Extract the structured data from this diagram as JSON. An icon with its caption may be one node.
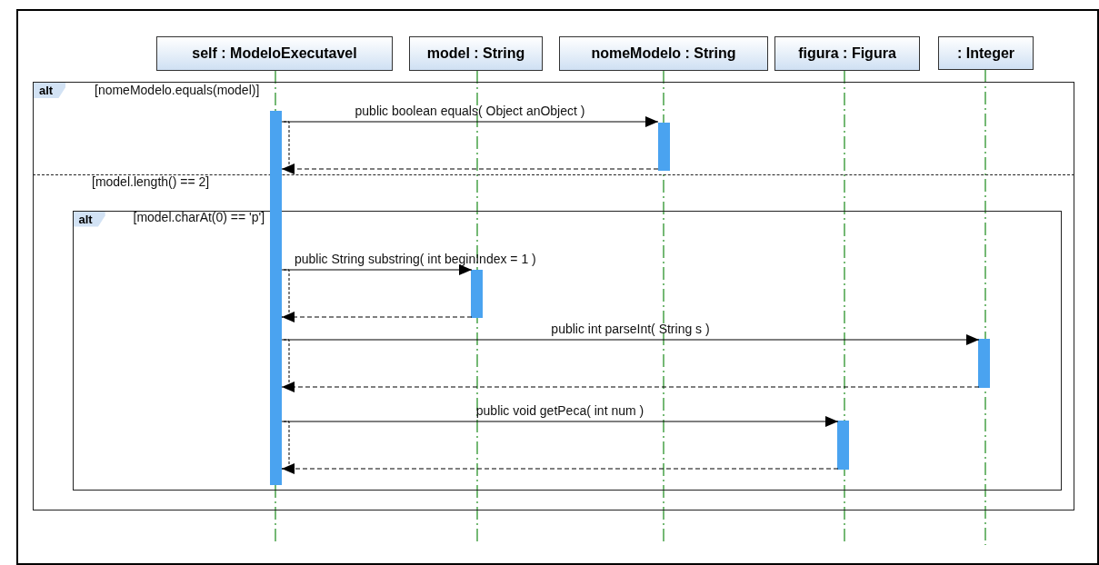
{
  "diagram": {
    "nodes": [
      {
        "text": [
          "self : ModeloExecutavel"
        ]
      },
      {
        "text": [
          "model : String"
        ]
      },
      {
        "text": [
          "nomeModelo : String"
        ]
      },
      {
        "text": [
          "figura : Figura"
        ]
      },
      {
        "text": [
          ": Integer"
        ]
      },
      {
        "text": [
          "alt",
          "[nomeModelo.equals(model)]",
          "[model.length() == 2]"
        ]
      },
      {
        "text": [
          "alt",
          "[model.charAt(0) == 'p']"
        ],
        "in": 5
      },
      {
        "text": [],
        "shape": "bar",
        "in": 5
      },
      {
        "text": [],
        "shape": "bar",
        "in": 5
      },
      {
        "text": [],
        "shape": "bar",
        "in": 6
      },
      {
        "text": [],
        "shape": "bar",
        "in": 6
      },
      {
        "text": [],
        "shape": "bar",
        "in": 6
      }
    ],
    "edges": [
      {
        "from": 7,
        "to": 8,
        "arrow": "to",
        "label": "public boolean equals( Object anObject )"
      },
      {
        "from": 8,
        "to": 7,
        "arrow": "to",
        "style": "dashed"
      },
      {
        "from": 7,
        "to": 9,
        "arrow": "to",
        "label": "public String substring( int beginIndex = 1 )"
      },
      {
        "from": 9,
        "to": 7,
        "arrow": "to",
        "style": "dashed"
      },
      {
        "from": 7,
        "to": 10,
        "arrow": "to",
        "label": "public int parseInt( String s )"
      },
      {
        "from": 10,
        "to": 7,
        "arrow": "to",
        "style": "dashed"
      },
      {
        "from": 7,
        "to": 11,
        "arrow": "to",
        "label": "public void getPeca( int num )"
      },
      {
        "from": 11,
        "to": 7,
        "arrow": "to",
        "style": "dashed"
      }
    ]
  }
}
